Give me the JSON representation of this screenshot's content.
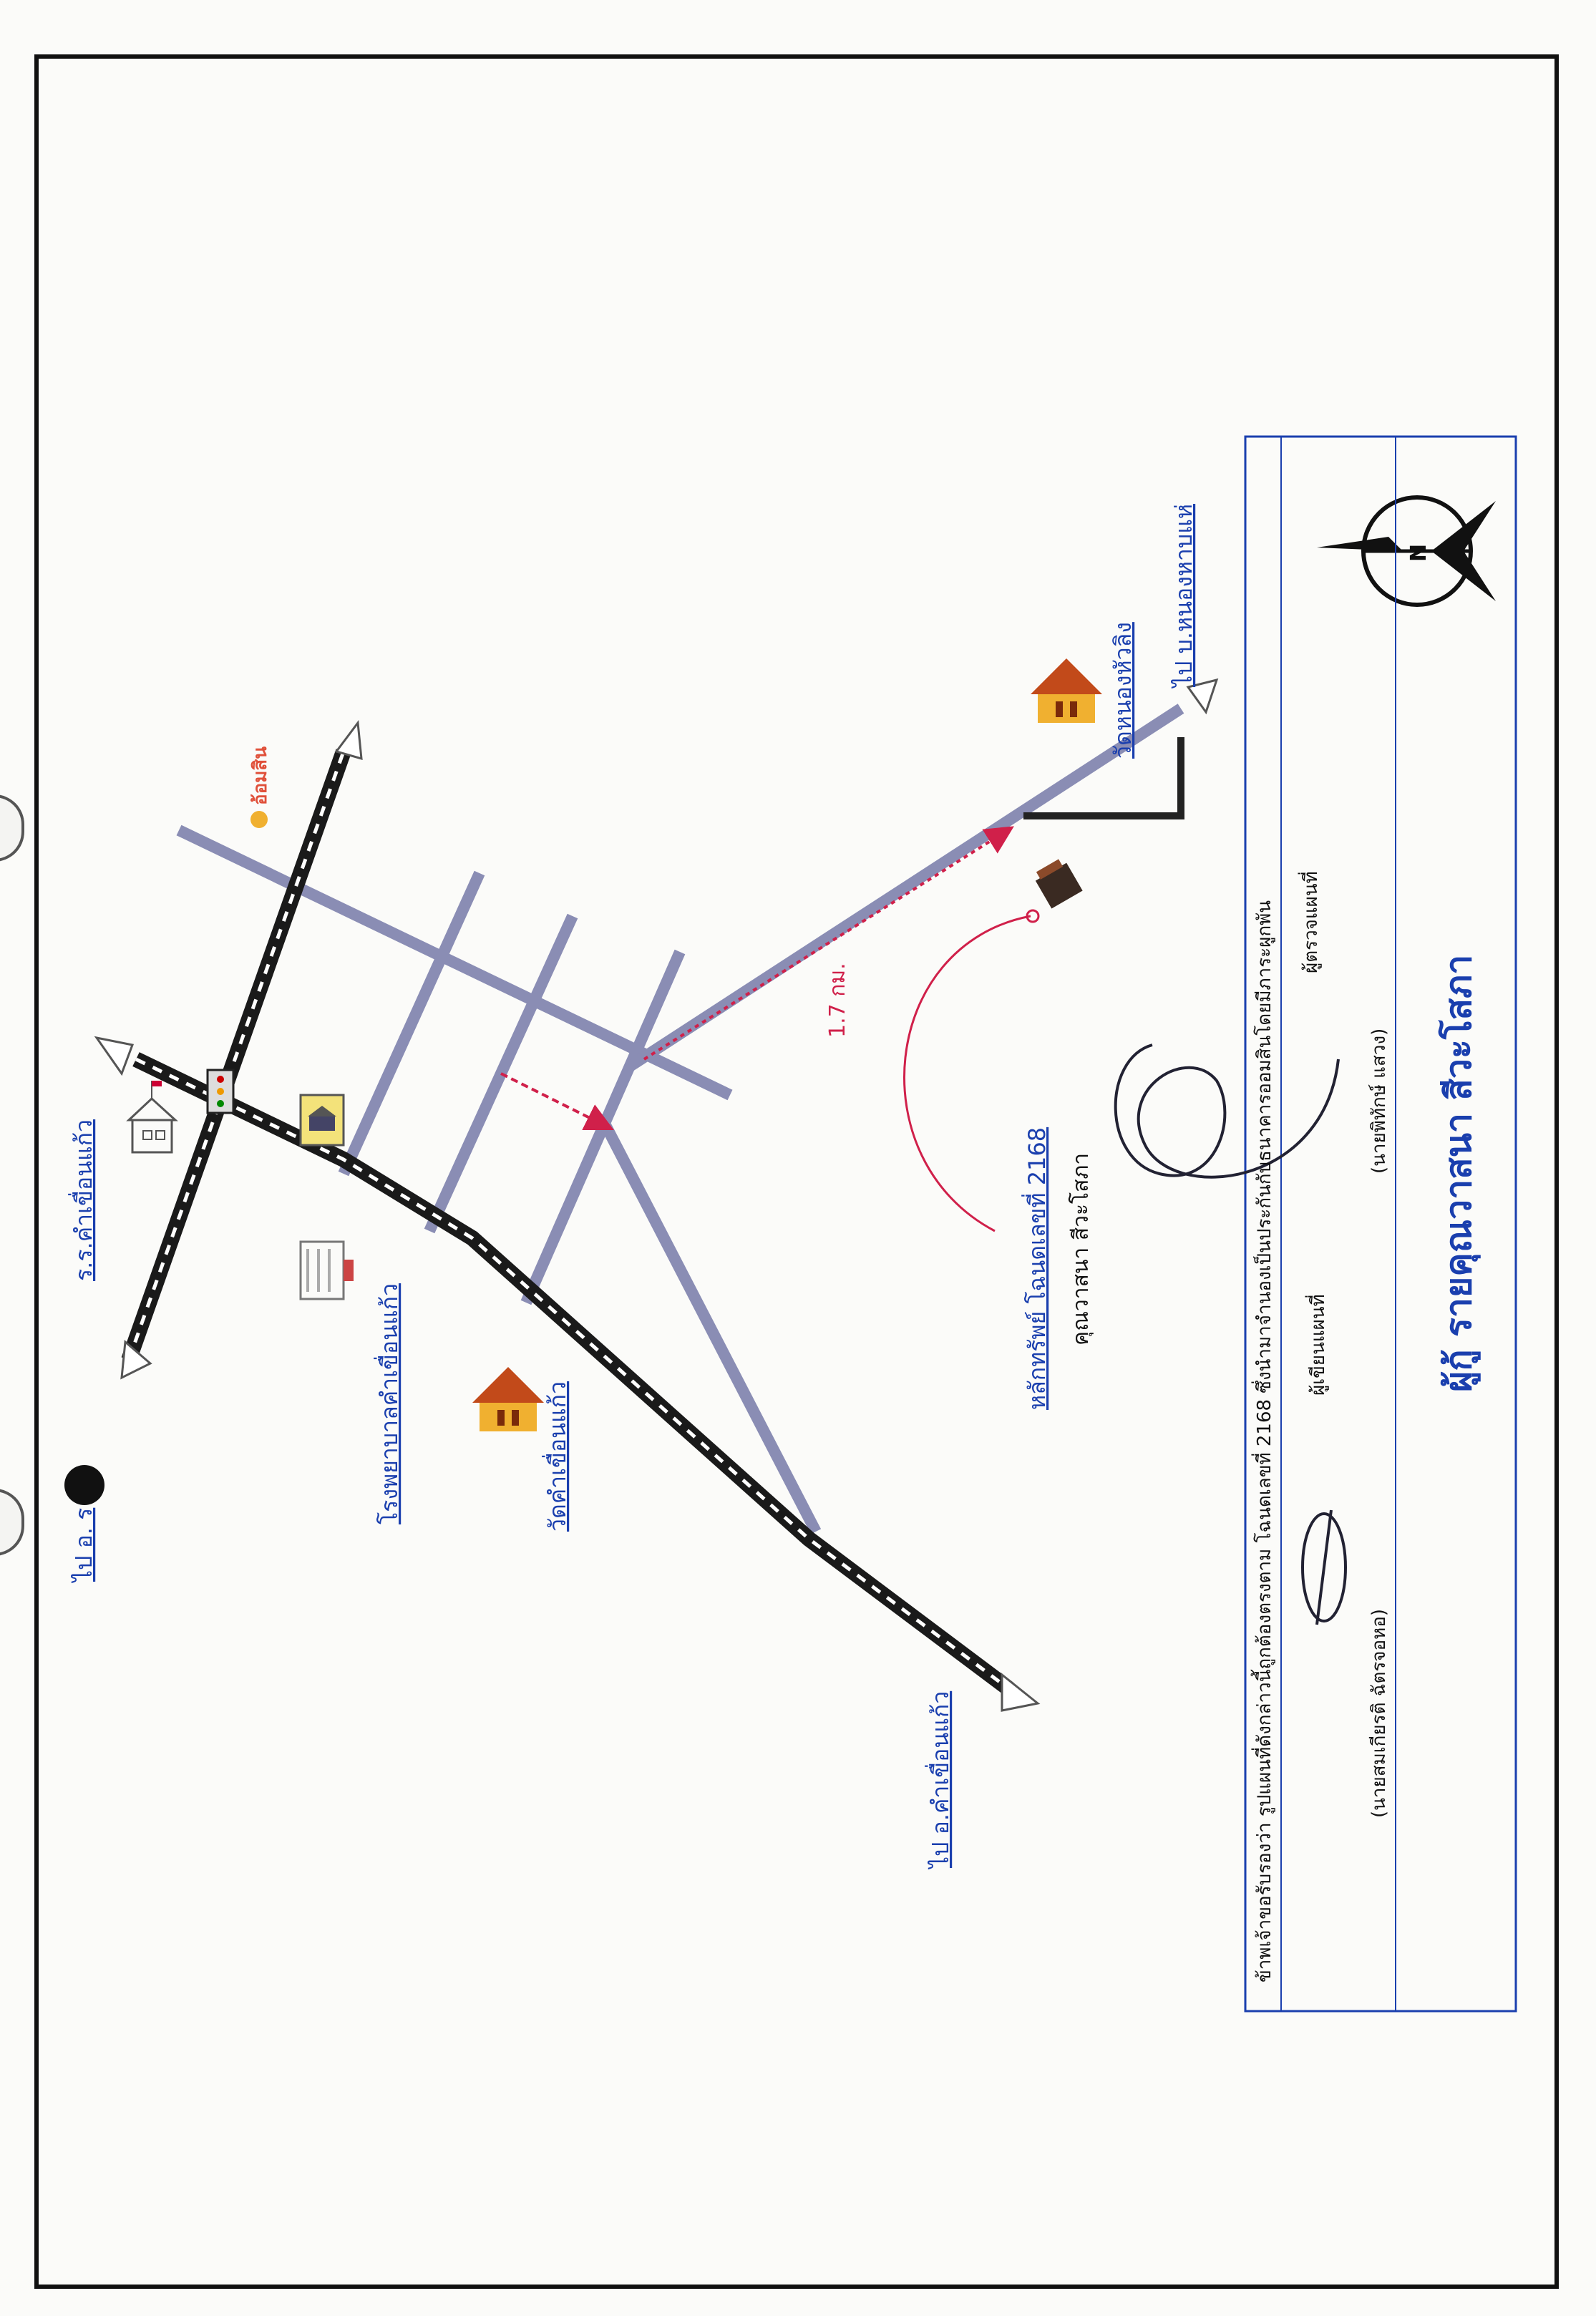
{
  "map": {
    "labels": {
      "to_amphoe_top": "ไป อ.  ร",
      "school": "ร.ร.คำเขื่อนแก้ว",
      "hospital": "โรงพยาบาลคำเขื่อนแก้ว",
      "temple_kham": "วัดคำเขื่อนแก้ว",
      "to_amphoe_bottom": "ไป อ.คำเขื่อนแก้ว",
      "collateral_line1": "หลักทรัพย์ โฉนดเลขที่ 2168",
      "collateral_line2": "คุณวาสนา  สีวะโสภา",
      "distance": "1.7 กม.",
      "temple_nong": "วัดหนองหัวลิง",
      "to_village": "ไป บ.หนองหาบแห่",
      "store_brand": "อ้อมสิน",
      "compass_n": "N"
    },
    "colors": {
      "road_main": "#1a1a1a",
      "road_minor": "#8a8db4",
      "route_red": "#d0204a",
      "label_blue": "#1a3fae"
    }
  },
  "certification": {
    "statement": "ข้าพเจ้าขอรับรองว่า รูปแผนที่ดังกล่าวนี้ถูกต้องตรงตาม  โฉนดเลขที่ 2168 ซึ่งนำมาจำนองเป็นประกันกับธนาคารออมสินโดยมีภาระผูกพัน",
    "drawer_role": "ผู้เขียนแผนที่",
    "drawer_name": "(นายสมเกียรติ  ฉัตรจอหอ)",
    "checker_role": "ผู้ตรวจแผนที่",
    "checker_name": "(นายพิทักษ์  แสวง)",
    "borrower": "ผู้กู้ รายคุณวาสนา  สีวะโสภา"
  }
}
